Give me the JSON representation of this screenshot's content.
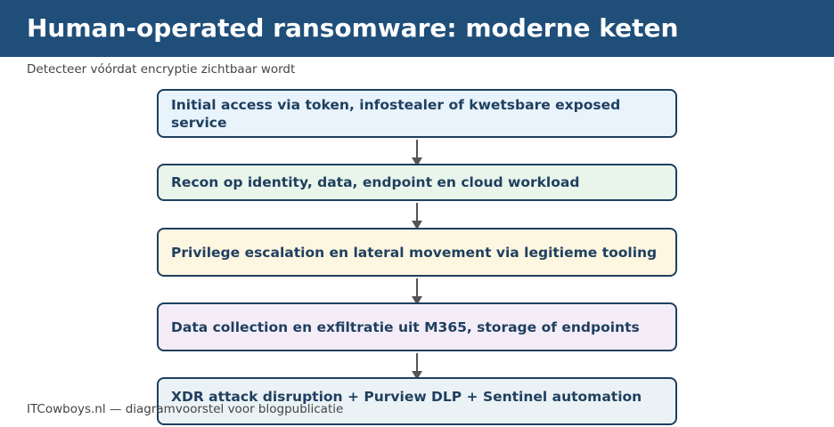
{
  "header": {
    "title": "Human-operated ransomware: moderne keten",
    "background": "#1f4e79"
  },
  "subtitle": "Detecteer vóórdat encryptie zichtbaar wordt",
  "steps": [
    {
      "label": "Initial access via token, infostealer of kwetsbare exposed service",
      "color": "#e8f3fc"
    },
    {
      "label": "Recon op identity, data, endpoint en cloud workload",
      "color": "#e9f5ea"
    },
    {
      "label": "Privilege escalation en lateral movement via legitieme tooling",
      "color": "#fdf6e0"
    },
    {
      "label": "Data collection en exfiltratie uit M365, storage of endpoints",
      "color": "#f4edf8"
    },
    {
      "label": "XDR attack disruption + Purview DLP + Sentinel automation",
      "color": "#ebf2f5"
    }
  ],
  "footer": "ITCowboys.nl — diagramvoorstel voor blogpublicatie"
}
